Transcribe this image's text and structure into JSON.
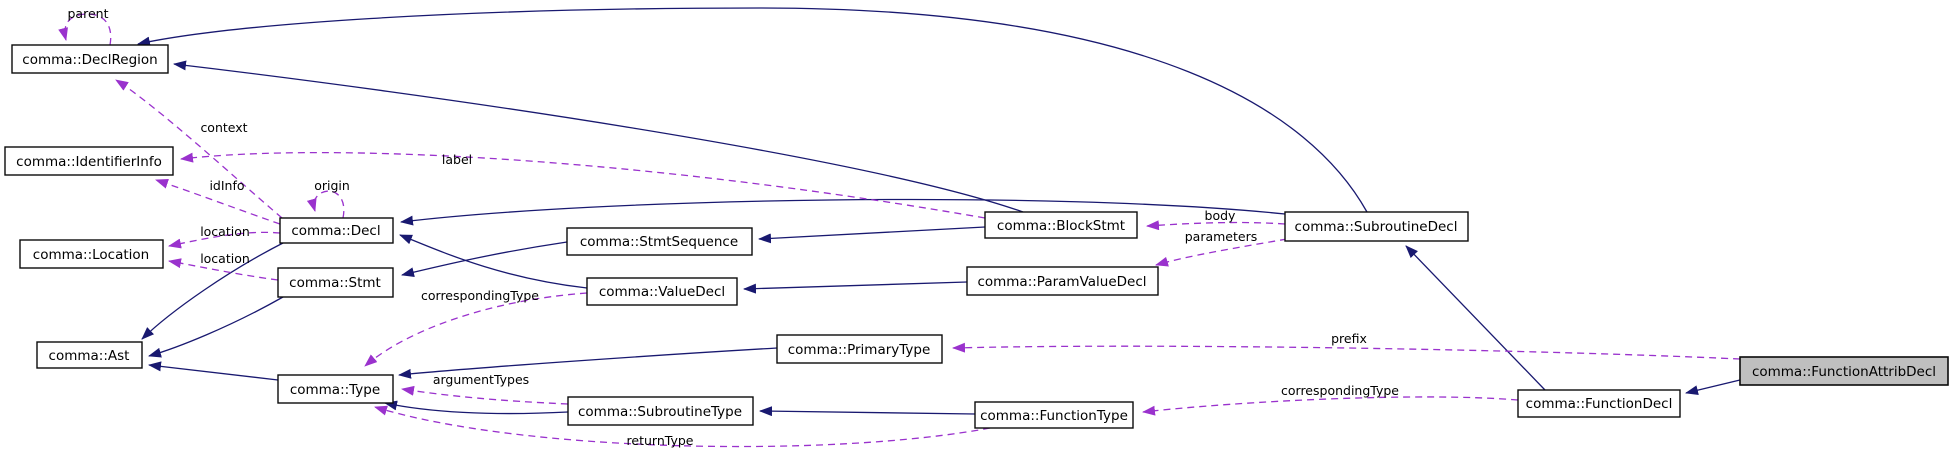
{
  "diagram": {
    "kind": "doxygen-collaboration-graph",
    "focus_node": "comma::FunctionAttribDecl",
    "colors": {
      "inheritance_edge": "#191970",
      "usage_edge": "#9a32cd",
      "node_fill": "#ffffff",
      "node_border": "#0a0a0a",
      "highlight_fill": "#bfbfbf",
      "background": "#ffffff",
      "label_text": "#000000"
    },
    "nodes": [
      {
        "id": "declregion",
        "label": "comma::DeclRegion",
        "highlighted": false
      },
      {
        "id": "identifierinfo",
        "label": "comma::IdentifierInfo",
        "highlighted": false
      },
      {
        "id": "location",
        "label": "comma::Location",
        "highlighted": false
      },
      {
        "id": "ast",
        "label": "comma::Ast",
        "highlighted": false
      },
      {
        "id": "decl",
        "label": "comma::Decl",
        "highlighted": false
      },
      {
        "id": "stmt",
        "label": "comma::Stmt",
        "highlighted": false
      },
      {
        "id": "stmtsequence",
        "label": "comma::StmtSequence",
        "highlighted": false
      },
      {
        "id": "valuedecl",
        "label": "comma::ValueDecl",
        "highlighted": false
      },
      {
        "id": "type",
        "label": "comma::Type",
        "highlighted": false
      },
      {
        "id": "primarytype",
        "label": "comma::PrimaryType",
        "highlighted": false
      },
      {
        "id": "subroutinetype",
        "label": "comma::SubroutineType",
        "highlighted": false
      },
      {
        "id": "blockstmt",
        "label": "comma::BlockStmt",
        "highlighted": false
      },
      {
        "id": "paramvaluedecl",
        "label": "comma::ParamValueDecl",
        "highlighted": false
      },
      {
        "id": "functiontype",
        "label": "comma::FunctionType",
        "highlighted": false
      },
      {
        "id": "subroutinedecl",
        "label": "comma::SubroutineDecl",
        "highlighted": false
      },
      {
        "id": "functiondecl",
        "label": "comma::FunctionDecl",
        "highlighted": false
      },
      {
        "id": "functionattribdecl",
        "label": "comma::FunctionAttribDecl",
        "highlighted": true
      }
    ],
    "edges": [
      {
        "from": "declregion",
        "to": "declregion",
        "kind": "usage",
        "label": "parent"
      },
      {
        "from": "decl",
        "to": "declregion",
        "kind": "usage",
        "label": "context"
      },
      {
        "from": "decl",
        "to": "identifierinfo",
        "kind": "usage",
        "label": "idInfo"
      },
      {
        "from": "decl",
        "to": "decl",
        "kind": "usage",
        "label": "origin"
      },
      {
        "from": "blockstmt",
        "to": "identifierinfo",
        "kind": "usage",
        "label": "label"
      },
      {
        "from": "decl",
        "to": "location",
        "kind": "usage",
        "label": "location"
      },
      {
        "from": "stmt",
        "to": "location",
        "kind": "usage",
        "label": "location"
      },
      {
        "from": "valuedecl",
        "to": "type",
        "kind": "usage",
        "label": "correspondingType"
      },
      {
        "from": "subroutinedecl",
        "to": "blockstmt",
        "kind": "usage",
        "label": "body"
      },
      {
        "from": "subroutinedecl",
        "to": "paramvaluedecl",
        "kind": "usage",
        "label": "parameters"
      },
      {
        "from": "subroutinetype",
        "to": "type",
        "kind": "usage",
        "label": "argumentTypes"
      },
      {
        "from": "functiontype",
        "to": "type",
        "kind": "usage",
        "label": "returnType"
      },
      {
        "from": "functionattribdecl",
        "to": "primarytype",
        "kind": "usage",
        "label": "prefix"
      },
      {
        "from": "functiondecl",
        "to": "functiontype",
        "kind": "usage",
        "label": "correspondingType"
      },
      {
        "from": "blockstmt",
        "to": "declregion",
        "kind": "inheritance",
        "label": ""
      },
      {
        "from": "subroutinedecl",
        "to": "declregion",
        "kind": "inheritance",
        "label": ""
      },
      {
        "from": "subroutinedecl",
        "to": "decl",
        "kind": "inheritance",
        "label": ""
      },
      {
        "from": "valuedecl",
        "to": "decl",
        "kind": "inheritance",
        "label": ""
      },
      {
        "from": "stmtsequence",
        "to": "stmt",
        "kind": "inheritance",
        "label": ""
      },
      {
        "from": "paramvaluedecl",
        "to": "valuedecl",
        "kind": "inheritance",
        "label": ""
      },
      {
        "from": "blockstmt",
        "to": "stmtsequence",
        "kind": "inheritance",
        "label": ""
      },
      {
        "from": "decl",
        "to": "ast",
        "kind": "inheritance",
        "label": ""
      },
      {
        "from": "stmt",
        "to": "ast",
        "kind": "inheritance",
        "label": ""
      },
      {
        "from": "type",
        "to": "ast",
        "kind": "inheritance",
        "label": ""
      },
      {
        "from": "primarytype",
        "to": "type",
        "kind": "inheritance",
        "label": ""
      },
      {
        "from": "subroutinetype",
        "to": "type",
        "kind": "inheritance",
        "label": ""
      },
      {
        "from": "functiontype",
        "to": "subroutinetype",
        "kind": "inheritance",
        "label": ""
      },
      {
        "from": "functiondecl",
        "to": "subroutinedecl",
        "kind": "inheritance",
        "label": ""
      },
      {
        "from": "functionattribdecl",
        "to": "functiondecl",
        "kind": "inheritance",
        "label": ""
      }
    ]
  }
}
